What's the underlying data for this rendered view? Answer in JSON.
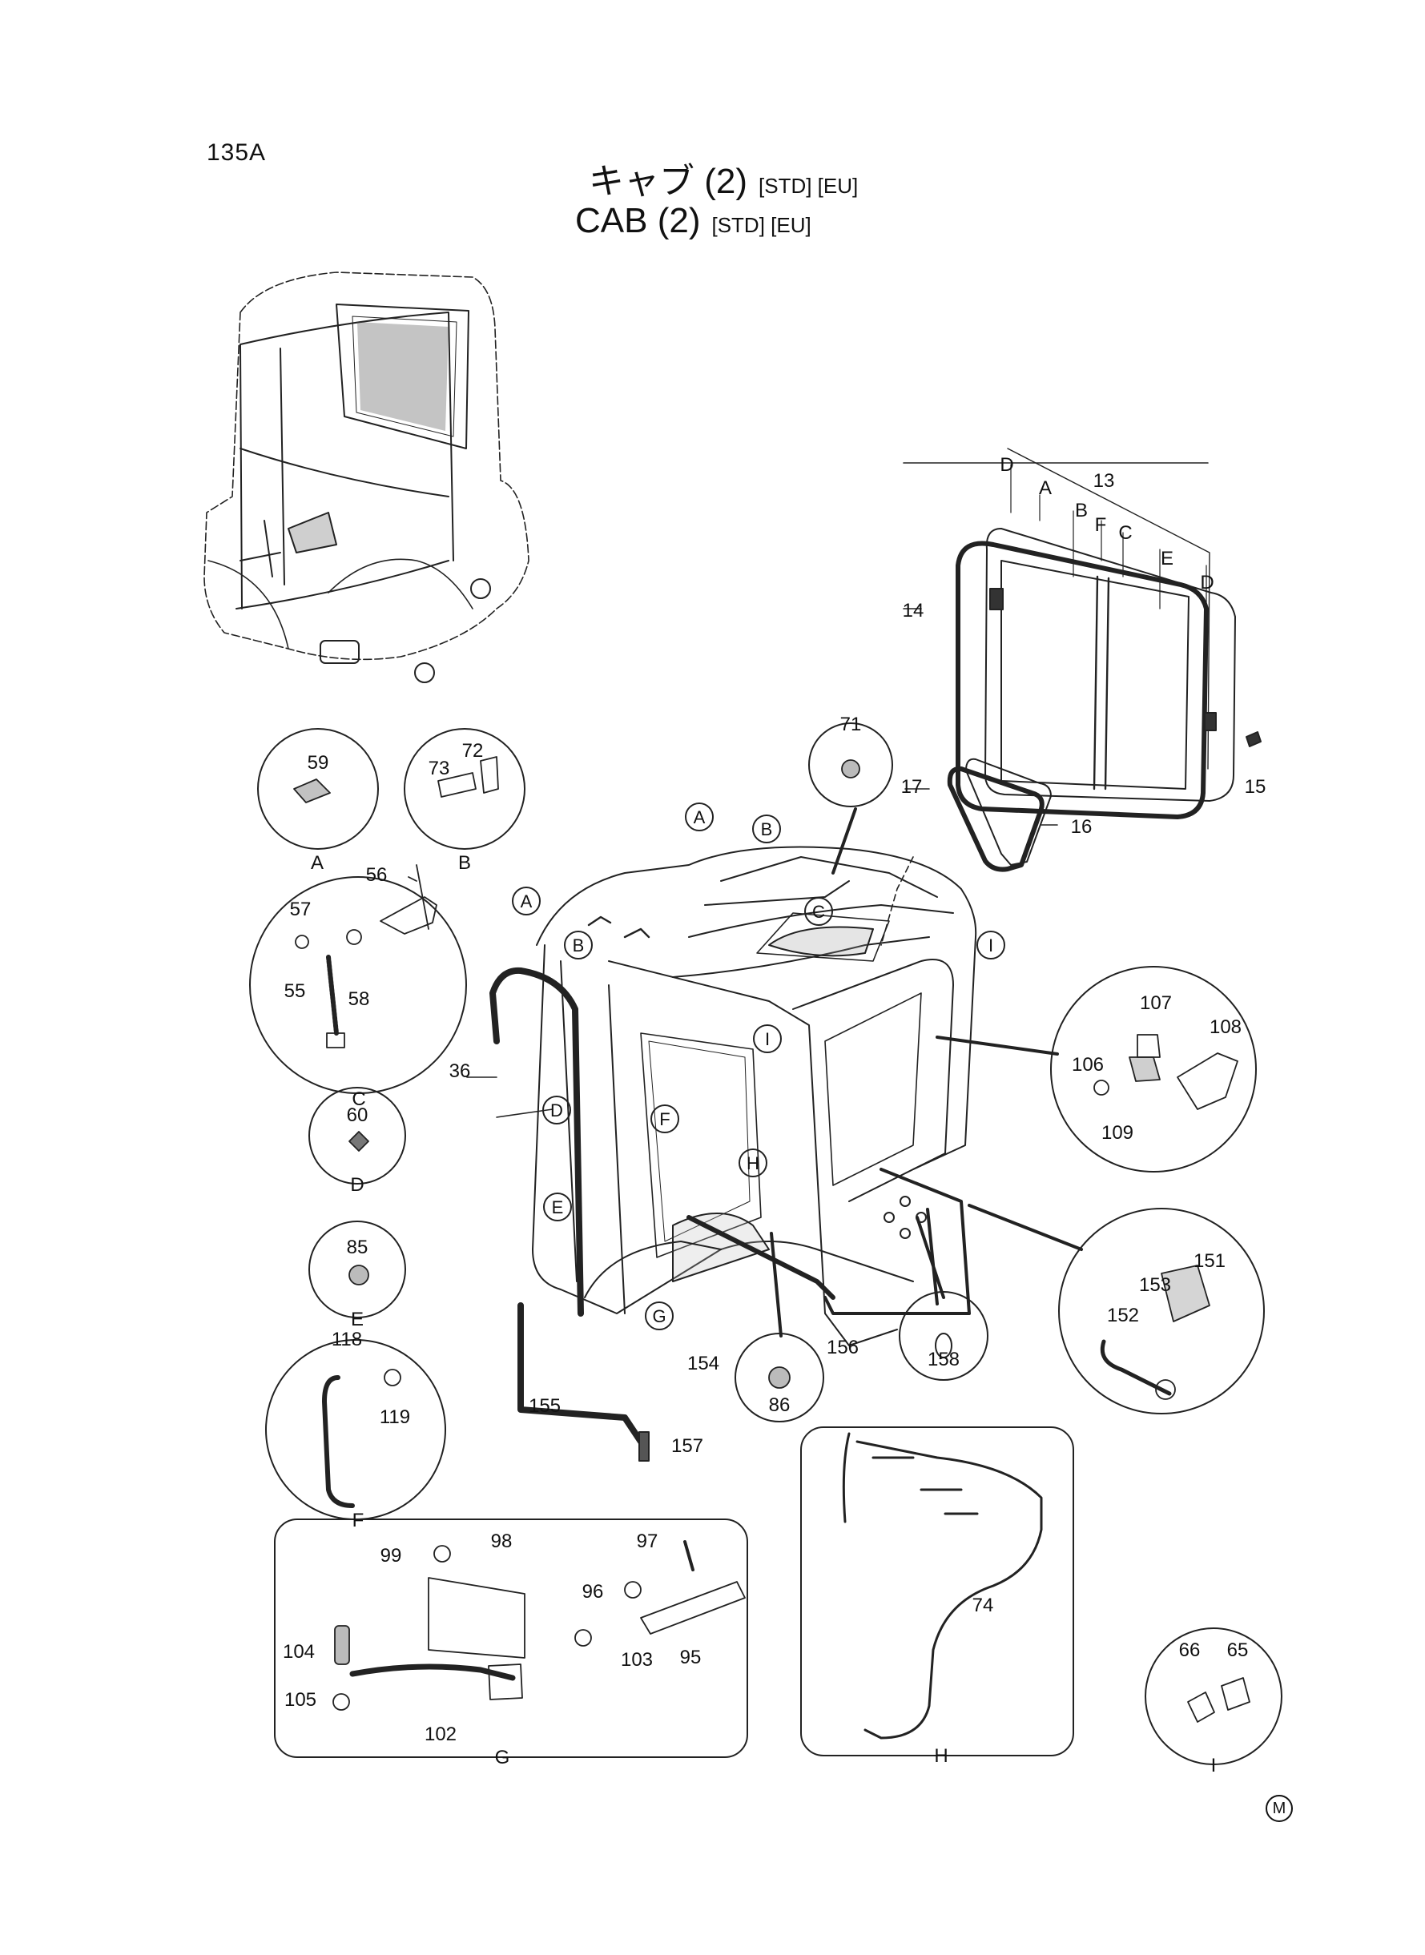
{
  "page": {
    "number": "135A"
  },
  "title": {
    "japanese": "キャブ (2)",
    "english": "CAB (2)",
    "tags": "[STD] [EU]"
  },
  "callouts": [
    "13",
    "14",
    "15",
    "16",
    "17",
    "36",
    "55",
    "56",
    "57",
    "58",
    "59",
    "60",
    "65",
    "66",
    "71",
    "72",
    "73",
    "74",
    "85",
    "86",
    "95",
    "96",
    "97",
    "98",
    "99",
    "102",
    "103",
    "104",
    "105",
    "106",
    "107",
    "108",
    "109",
    "118",
    "119",
    "151",
    "152",
    "153",
    "154",
    "155",
    "156",
    "157",
    "158"
  ],
  "detail_letters": [
    "A",
    "B",
    "C",
    "D",
    "E",
    "F",
    "G",
    "H",
    "I"
  ],
  "footer_mark": "M"
}
